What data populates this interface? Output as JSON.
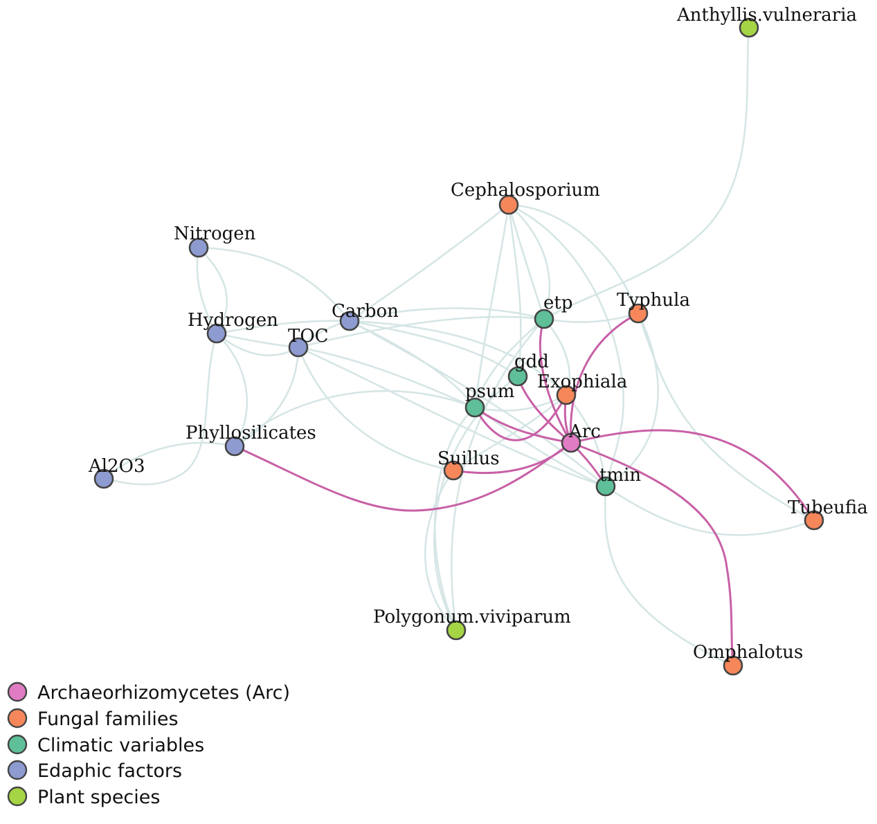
{
  "colors": {
    "arc": "#e07cc4",
    "fungal": "#f5875a",
    "climatic": "#5fbf98",
    "edaphic": "#8e9bd0",
    "plant": "#a5d444",
    "plain_edge": "#d6e5e5",
    "arc_edge": "#c860a6"
  },
  "nodes": {
    "anthyllis": {
      "label": "Anthyllis.vulneraria",
      "group": "plant"
    },
    "cephalosporium": {
      "label": "Cephalosporium",
      "group": "fungal"
    },
    "nitrogen": {
      "label": "Nitrogen",
      "group": "edaphic"
    },
    "carbon": {
      "label": "Carbon",
      "group": "edaphic"
    },
    "etp": {
      "label": "etp",
      "group": "climatic"
    },
    "typhula": {
      "label": "Typhula",
      "group": "fungal"
    },
    "hydrogen": {
      "label": "Hydrogen",
      "group": "edaphic"
    },
    "toc": {
      "label": "TOC",
      "group": "edaphic"
    },
    "gdd": {
      "label": "gdd",
      "group": "climatic"
    },
    "exophiala": {
      "label": "Exophiala",
      "group": "fungal"
    },
    "psum": {
      "label": "psum",
      "group": "climatic"
    },
    "arc": {
      "label": "Arc",
      "group": "arc"
    },
    "phyllosilicates": {
      "label": "Phyllosilicates",
      "group": "edaphic"
    },
    "al2o3": {
      "label": "Al2O3",
      "group": "edaphic"
    },
    "suillus": {
      "label": "Suillus",
      "group": "fungal"
    },
    "tmin": {
      "label": "tmin",
      "group": "climatic"
    },
    "tubeufia": {
      "label": "Tubeufia",
      "group": "fungal"
    },
    "polygonum": {
      "label": "Polygonum.viviparum",
      "group": "plant"
    },
    "omphalotus": {
      "label": "Omphalotus",
      "group": "fungal"
    }
  },
  "legend": {
    "arc": "Archaeorhizomycetes (Arc)",
    "fungal": "Fungal families",
    "climatic": "Climatic variables",
    "edaphic": "Edaphic factors",
    "plant": "Plant species"
  }
}
